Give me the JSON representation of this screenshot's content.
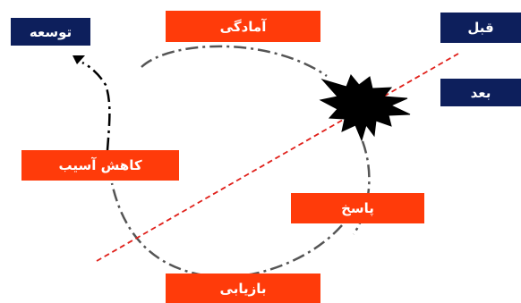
{
  "labels": {
    "preparedness": "آمادگی",
    "response": "پاسخ",
    "recovery": "بازیابی",
    "mitigation": "کاهش آسیب",
    "development": "توسعه",
    "before": "قبل",
    "after": "بعد"
  },
  "colors": {
    "phase_box": "#ff3b0a",
    "marker_box": "#0d1f5c",
    "cycle_line": "#555555",
    "divider_line": "#e0201a",
    "event_burst": "#000000"
  },
  "icons": {
    "event": "explosion-burst-icon",
    "arrow": "arrowhead-down-icon"
  }
}
